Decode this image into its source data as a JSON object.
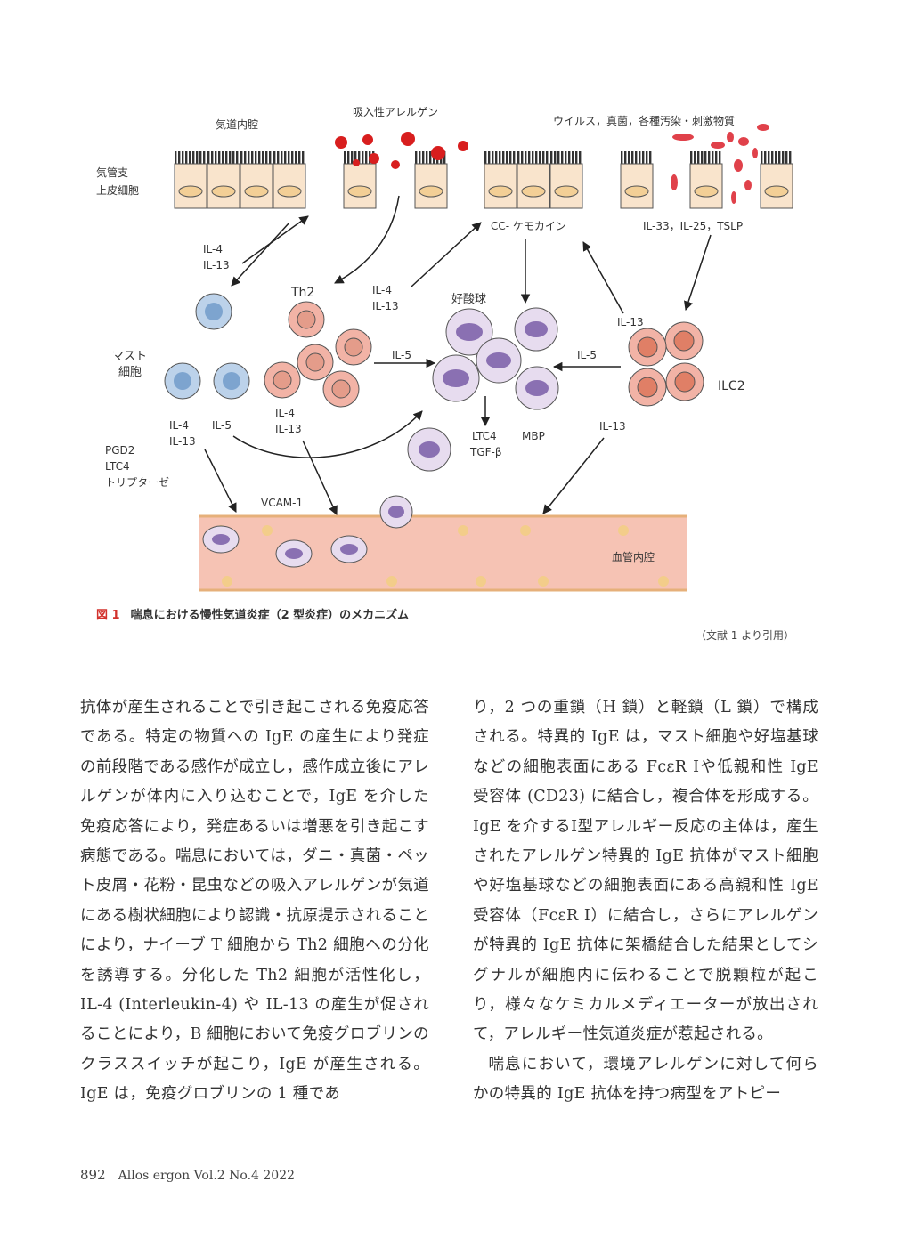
{
  "figure": {
    "labels": {
      "airway_lumen": "気道内腔",
      "inhaled_allergen": "吸入性アレルゲン",
      "virus_etc": "ウイルス，真菌，各種汚染・刺激物質",
      "bronchial_epithelium_1": "気管支",
      "bronchial_epithelium_2": "上皮細胞",
      "il4_a": "IL-4",
      "il13_a": "IL-13",
      "th2": "Th2",
      "il4_b": "IL-4",
      "il13_b": "IL-13",
      "cc_chemokine": "CC- ケモカイン",
      "il33_25_tslp": "IL-33，IL-25，TSLP",
      "eosinophil": "好酸球",
      "il13_c": "IL-13",
      "mast_cell_1": "マスト",
      "mast_cell_2": "細胞",
      "il5_a": "IL-5",
      "il5_b": "IL-5",
      "ilc2": "ILC2",
      "il4_c": "IL-4",
      "il13_d": "IL-13",
      "il5_c": "IL-5",
      "il4_d": "IL-4",
      "il13_e": "IL-13",
      "ltc4_a": "LTC4",
      "tgfb": "TGF-β",
      "mbp": "MBP",
      "il13_f": "IL-13",
      "pgd2": "PGD2",
      "ltc4_b": "LTC4",
      "tryptase": "トリプターゼ",
      "vcam1": "VCAM-1",
      "vessel_lumen": "血管内腔"
    },
    "caption_number": "図 1",
    "caption_text": "喘息における慢性気道炎症（2 型炎症）のメカニズム",
    "citation": "（文献 1 より引用）"
  },
  "body": {
    "left_column": "抗体が産生されることで引き起こされる免疫応答である。特定の物質への IgE の産生により発症の前段階である感作が成立し，感作成立後にアレルゲンが体内に入り込むことで，IgE を介した免疫応答により，発症あるいは増悪を引き起こす病態である。喘息においては，ダニ・真菌・ペット皮屑・花粉・昆虫などの吸入アレルゲンが気道にある樹状細胞により認識・抗原提示されることにより，ナイーブ T 細胞から Th2 細胞への分化を誘導する。分化した Th2 細胞が活性化し，IL-4 (Interleukin-4) や IL-13 の産生が促されることにより，B 細胞において免疫グロブリンのクラススイッチが起こり，IgE が産生される。IgE は，免疫グロブリンの 1 種であ",
    "right_column_p1": "り，2 つの重鎖（H 鎖）と軽鎖（L 鎖）で構成される。特異的 IgE は，マスト細胞や好塩基球などの細胞表面にある FcεR Ⅰや低親和性 IgE 受容体 (CD23) に結合し，複合体を形成する。IgE を介するⅠ型アレルギー反応の主体は，産生されたアレルゲン特異的 IgE 抗体がマスト細胞や好塩基球などの細胞表面にある高親和性 IgE 受容体（FcεR Ⅰ）に結合し，さらにアレルゲンが特異的 IgE 抗体に架橋結合した結果としてシグナルが細胞内に伝わることで脱顆粒が起こり，様々なケミカルメディエーターが放出されて，アレルギー性気道炎症が惹起される。",
    "right_column_p2": "喘息において，環境アレルゲンに対して何らかの特異的 IgE 抗体を持つ病型をアトピー"
  },
  "footer": {
    "page_number": "892",
    "journal": "Allos ergon Vol.2 No.4 2022"
  }
}
